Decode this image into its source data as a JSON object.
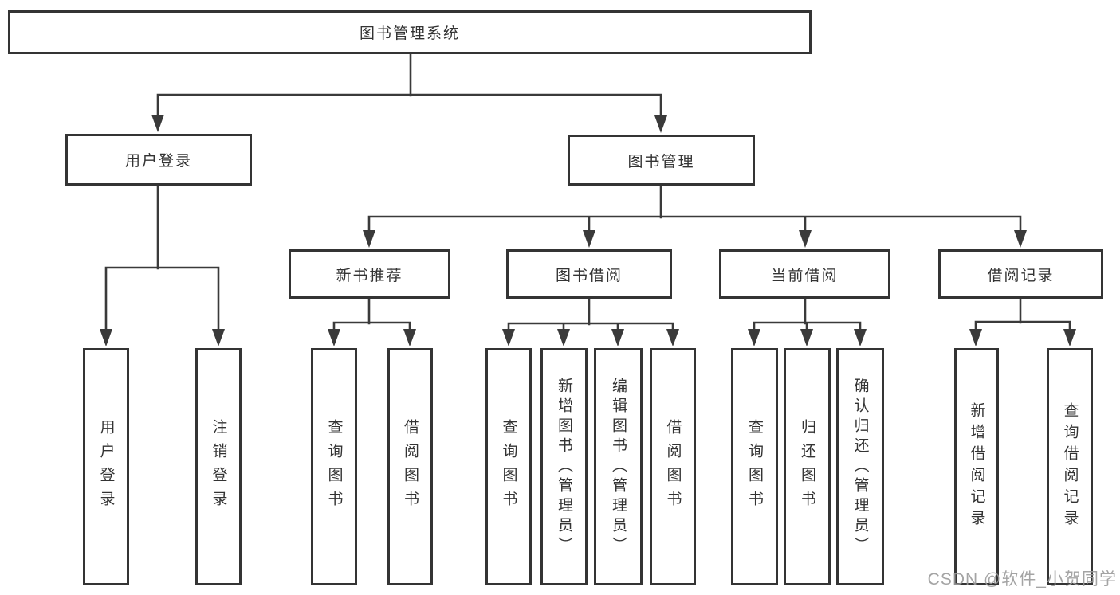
{
  "diagram_title": "图书管理系统",
  "tree": {
    "root": {
      "label": "图书管理系统"
    },
    "branches": [
      {
        "label": "用户登录",
        "children": [
          {
            "label": "用户登录"
          },
          {
            "label": "注销登录"
          }
        ]
      },
      {
        "label": "图书管理",
        "groups": [
          {
            "label": "新书推荐",
            "children": [
              {
                "label": "查询图书"
              },
              {
                "label": "借阅图书"
              }
            ]
          },
          {
            "label": "图书借阅",
            "children": [
              {
                "label": "查询图书"
              },
              {
                "label": "新增图书（管理员）"
              },
              {
                "label": "编辑图书（管理员）"
              },
              {
                "label": "借阅图书"
              }
            ]
          },
          {
            "label": "当前借阅",
            "children": [
              {
                "label": "查询图书"
              },
              {
                "label": "归还图书"
              },
              {
                "label": "确认归还（管理员）"
              }
            ]
          },
          {
            "label": "借阅记录",
            "children": [
              {
                "label": "新增借阅记录"
              },
              {
                "label": "查询借阅记录"
              }
            ]
          }
        ]
      }
    ]
  },
  "watermark": {
    "text": "CSDN @软件_小贺同学",
    "color": "#9b9b9b"
  },
  "colors": {
    "line": "#3a3a3a",
    "border": "#343434",
    "text": "#333333",
    "background": "#ffffff"
  }
}
